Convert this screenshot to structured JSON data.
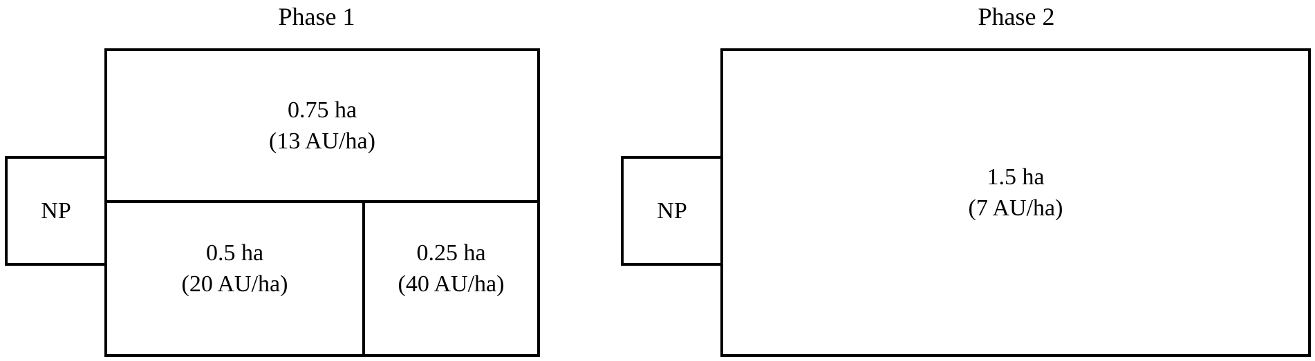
{
  "phase1": {
    "title": "Phase 1",
    "np_label": "NP",
    "paddock_large": {
      "area": "0.75 ha",
      "stocking": "(13 AU/ha)"
    },
    "paddock_mid": {
      "area": "0.5 ha",
      "stocking": "(20 AU/ha)"
    },
    "paddock_small": {
      "area": "0.25 ha",
      "stocking": "(40 AU/ha)"
    }
  },
  "phase2": {
    "title": "Phase 2",
    "np_label": "NP",
    "paddock_full": {
      "area": "1.5 ha",
      "stocking": "(7 AU/ha)"
    }
  }
}
